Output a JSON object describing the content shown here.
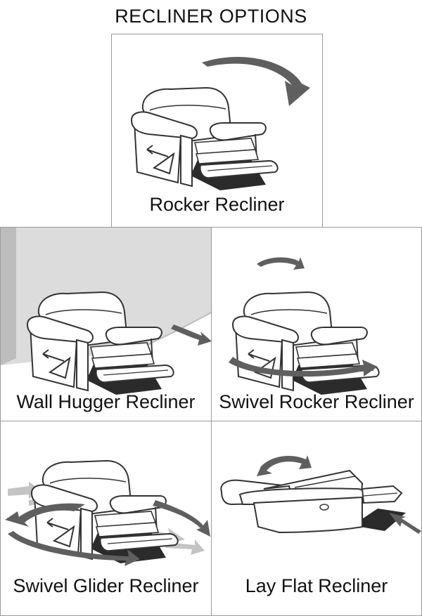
{
  "page": {
    "title": "RECLINER OPTIONS"
  },
  "options": [
    {
      "id": "rocker",
      "label": "Rocker Recliner",
      "motion_icon": "rocking-arrow-icon"
    },
    {
      "id": "wall",
      "label": "Wall Hugger Recliner",
      "motion_icon": "forward-glide-arrow-icon"
    },
    {
      "id": "swivel",
      "label": "Swivel Rocker Recliner",
      "motion_icon": "swivel-arrow-icon"
    },
    {
      "id": "glider",
      "label": "Swivel Glider Recliner",
      "motion_icon": "glide-swivel-arrow-icon"
    },
    {
      "id": "flat",
      "label": "Lay Flat Recliner",
      "motion_icon": "lay-flat-arrow-icon"
    }
  ],
  "colors": {
    "border": "#9a9a9a",
    "arrow": "#5f5f5f",
    "shadow": "#2b2b2b",
    "wall": "#dcdcdc",
    "wall_edge": "#bdbdbd",
    "light_arrow": "#c4c4c4"
  }
}
